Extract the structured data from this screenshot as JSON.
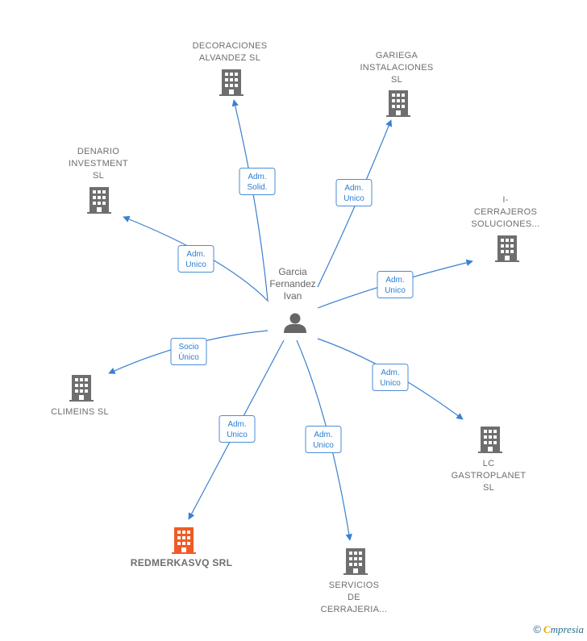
{
  "center": {
    "name_lines": [
      "Garcia",
      "Fernandez",
      "Ivan"
    ],
    "icon": "person-icon"
  },
  "colors": {
    "edge": "#3b7fd0",
    "company": "#6e6e6e",
    "highlight": "#f15a24"
  },
  "companies": [
    {
      "id": "decoraciones",
      "lines": [
        "DECORACIONES",
        "ALVANDEZ  SL"
      ],
      "relation": [
        "Adm.",
        "Solid."
      ],
      "highlight": false,
      "icon": "building-icon"
    },
    {
      "id": "gariega",
      "lines": [
        "GARIEGA",
        "INSTALACIONES",
        "SL"
      ],
      "relation": [
        "Adm.",
        "Unico"
      ],
      "highlight": false,
      "icon": "building-icon"
    },
    {
      "id": "denario",
      "lines": [
        "DENARIO",
        "INVESTMENT",
        "SL"
      ],
      "relation": [
        "Adm.",
        "Unico"
      ],
      "highlight": false,
      "icon": "building-icon"
    },
    {
      "id": "i-cerrajeros",
      "lines": [
        "I-",
        "CERRAJEROS",
        "SOLUCIONES..."
      ],
      "relation": [
        "Adm.",
        "Unico"
      ],
      "highlight": false,
      "icon": "building-icon"
    },
    {
      "id": "climeins",
      "lines": [
        "CLIMEINS SL"
      ],
      "relation": [
        "Socio",
        "Único"
      ],
      "highlight": false,
      "icon": "building-icon"
    },
    {
      "id": "lc-gastroplanet",
      "lines": [
        "LC",
        "GASTROPLANET",
        "SL"
      ],
      "relation": [
        "Adm.",
        "Unico"
      ],
      "highlight": false,
      "icon": "building-icon"
    },
    {
      "id": "redmerkasvq",
      "lines": [
        "REDMERKASVQ SRL"
      ],
      "relation": [
        "Adm.",
        "Unico"
      ],
      "highlight": true,
      "icon": "building-icon"
    },
    {
      "id": "servicios",
      "lines": [
        "SERVICIOS",
        "DE",
        "CERRAJERIA..."
      ],
      "relation": [
        "Adm.",
        "Unico"
      ],
      "highlight": false,
      "icon": "building-icon"
    }
  ],
  "brand": {
    "copyright": "©",
    "text_first": "C",
    "text_rest": "mpresia"
  }
}
